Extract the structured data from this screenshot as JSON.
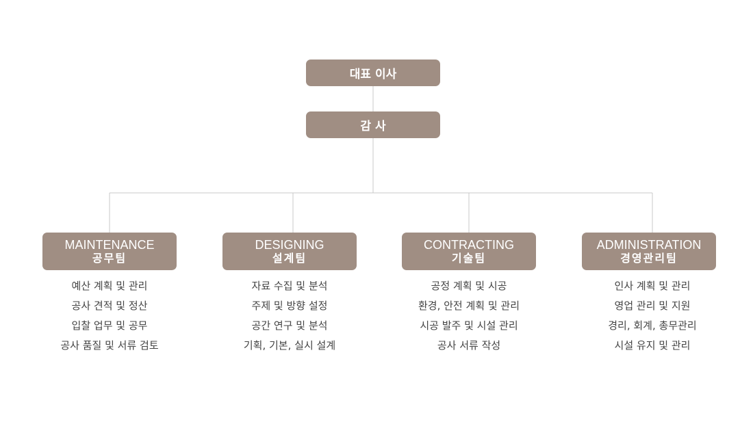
{
  "colors": {
    "box_fill": "#a08e83",
    "box_text": "#ffffff",
    "connector": "#c9c9c9",
    "duty_text": "#444444"
  },
  "ceo": {
    "label": "대표 이사"
  },
  "audit": {
    "label": "감 사"
  },
  "teams": [
    {
      "en": "MAINTENANCE",
      "ko": "공무팀",
      "duties": [
        "예산 계획 및 관리",
        "공사 견적 및 정산",
        "입찰 업무 및 공무",
        "공사 품질 및 서류 검토"
      ]
    },
    {
      "en": "DESIGNING",
      "ko": "설계팀",
      "duties": [
        "자료 수집 및 분석",
        "주제 및 방향 설정",
        "공간 연구 및 분석",
        "기획, 기본, 실시 설계"
      ]
    },
    {
      "en": "CONTRACTING",
      "ko": "기술팀",
      "duties": [
        "공정 계획 및 시공",
        "환경, 안전 계획 및 관리",
        "시공 발주 및 시설 관리",
        "공사 서류 작성"
      ]
    },
    {
      "en": "ADMINISTRATION",
      "ko": "경영관리팀",
      "duties": [
        "인사 계획 및 관리",
        "영업 관리 및 지원",
        "경리, 회계, 총무관리",
        "시설 유지 및 관리"
      ]
    }
  ]
}
